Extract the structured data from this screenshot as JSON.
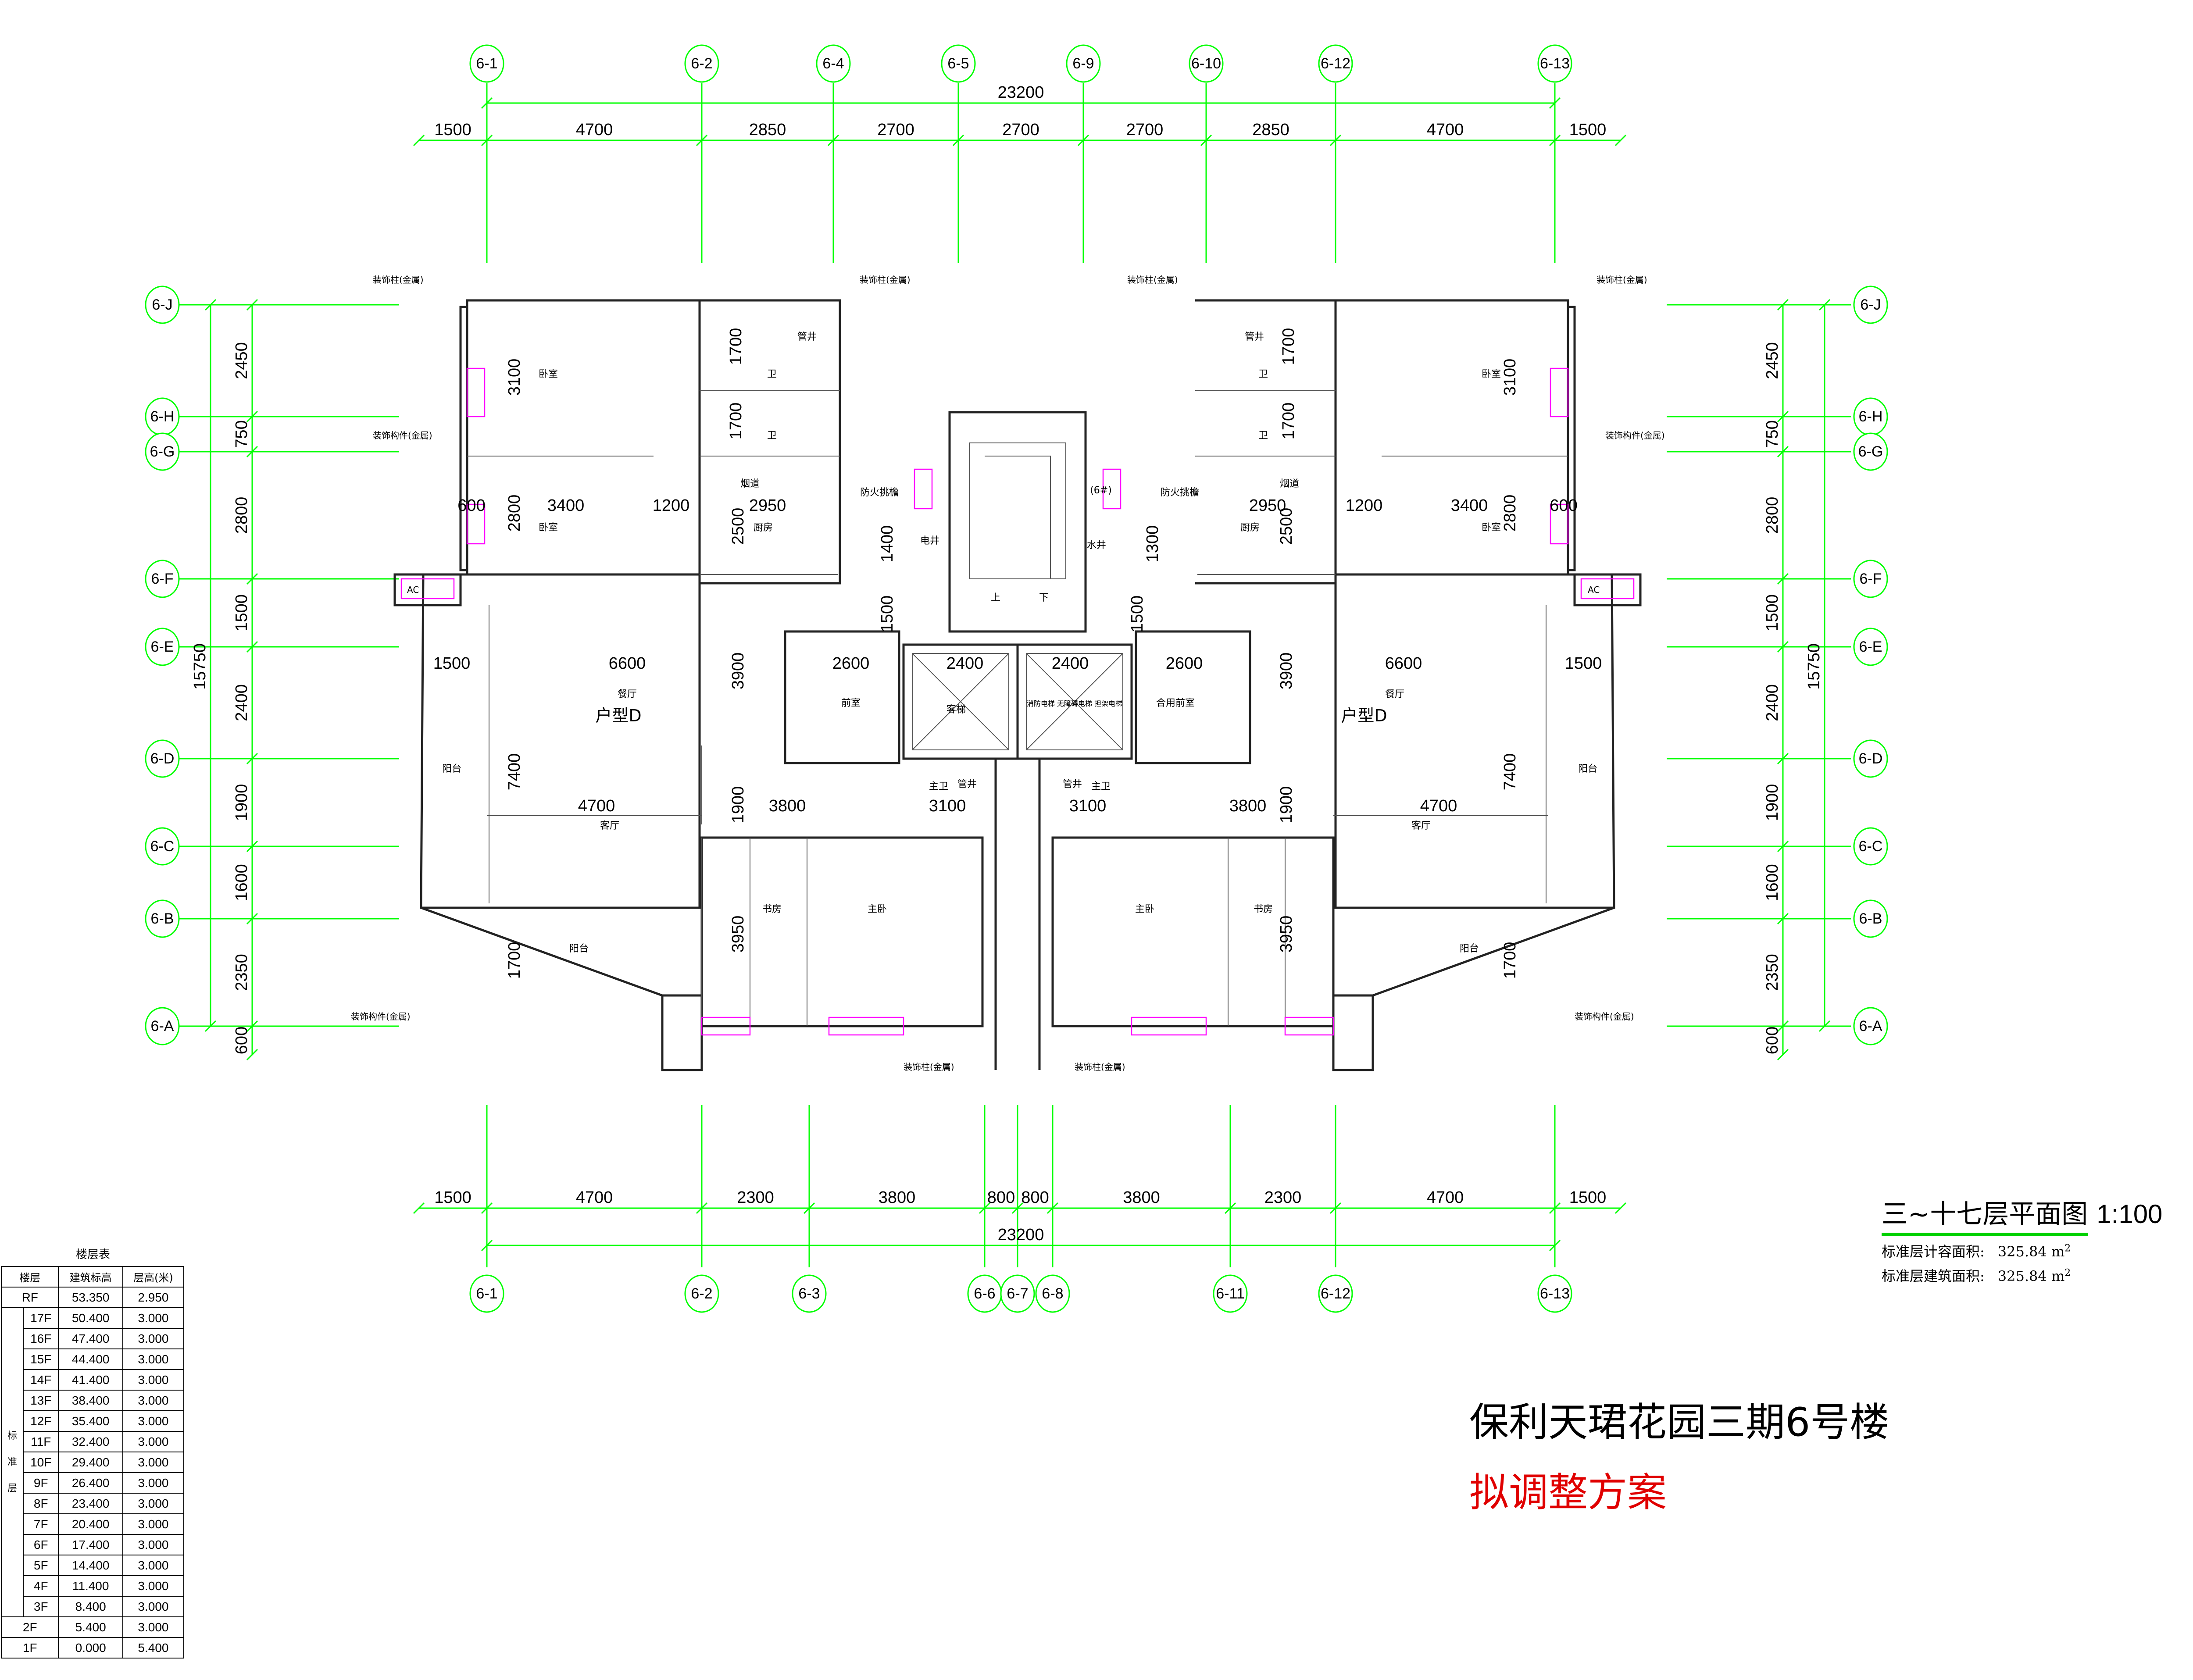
{
  "top_axes": [
    "6-1",
    "6-2",
    "6-4",
    "6-5",
    "6-9",
    "6-10",
    "6-12",
    "6-13"
  ],
  "bottom_axes": [
    "6-1",
    "6-2",
    "6-3",
    "6-6",
    "6-7",
    "6-8",
    "6-11",
    "6-12",
    "6-13"
  ],
  "left_axes": [
    "6-J",
    "6-H",
    "6-G",
    "6-F",
    "6-E",
    "6-D",
    "6-C",
    "6-B",
    "6-A"
  ],
  "top_total": "23200",
  "top_dims": [
    "1500",
    "4700",
    "2850",
    "2700",
    "2700",
    "2700",
    "2850",
    "4700",
    "1500"
  ],
  "bottom_total": "23200",
  "bottom_dims": [
    "1500",
    "4700",
    "2300",
    "3800",
    "800",
    "800",
    "3800",
    "2300",
    "4700",
    "1500"
  ],
  "side_total": "15750",
  "side_dims": [
    "2450",
    "750",
    "2800",
    "1500",
    "2400",
    "1900",
    "1600",
    "2350",
    "600"
  ],
  "room_labels": {
    "bedroom": "卧室",
    "toilet": "卫",
    "pipe_shaft": "管井",
    "flue": "烟道",
    "kitchen": "厨房",
    "dining": "餐厅",
    "living": "客厅",
    "balcony": "阳台",
    "study": "书房",
    "master_bedroom": "主卧",
    "master_toilet": "主卫",
    "elec_shaft": "电井",
    "water_shaft": "水井",
    "fire_stair": "防火挑檐",
    "unit_type": "户型D",
    "elevator_hall": "前室",
    "shared_hall": "合用前室",
    "elevator_a": "客梯",
    "elevator_b": "消防电梯 无障碍电梯 担架电梯",
    "up": "上",
    "down": "下",
    "deco_column": "装饰柱(金属)",
    "deco_component": "装饰构件(金属)",
    "building_no": "(6#)",
    "ac": "AC"
  },
  "interior_dims": [
    "3100",
    "1700",
    "1700",
    "2800",
    "2500",
    "1400",
    "1300",
    "1500",
    "600",
    "3400",
    "1200",
    "2950",
    "6600",
    "2600",
    "2400",
    "3900",
    "7400",
    "1500",
    "4700",
    "1900",
    "3800",
    "3100",
    "3950",
    "1700"
  ],
  "drawing_title": "三~十七层平面图",
  "scale": "1:100",
  "area_rows": [
    {
      "label": "标准层计容面积:",
      "value": "325.84",
      "unit": "m",
      "sup": "2"
    },
    {
      "label": "标准层建筑面积:",
      "value": "325.84",
      "unit": "m",
      "sup": "2"
    }
  ],
  "project_name": "保利天珺花园三期6号楼",
  "scheme_name": "拟调整方案",
  "floor_table": {
    "title": "楼层表",
    "headers": [
      "楼层",
      "建筑标高",
      "层高(米)"
    ],
    "group_label": "标准层",
    "rows": [
      {
        "floor": "RF",
        "elev": "53.350",
        "height": "2.950"
      },
      {
        "floor": "17F",
        "elev": "50.400",
        "height": "3.000"
      },
      {
        "floor": "16F",
        "elev": "47.400",
        "height": "3.000"
      },
      {
        "floor": "15F",
        "elev": "44.400",
        "height": "3.000"
      },
      {
        "floor": "14F",
        "elev": "41.400",
        "height": "3.000"
      },
      {
        "floor": "13F",
        "elev": "38.400",
        "height": "3.000"
      },
      {
        "floor": "12F",
        "elev": "35.400",
        "height": "3.000"
      },
      {
        "floor": "11F",
        "elev": "32.400",
        "height": "3.000"
      },
      {
        "floor": "10F",
        "elev": "29.400",
        "height": "3.000"
      },
      {
        "floor": "9F",
        "elev": "26.400",
        "height": "3.000"
      },
      {
        "floor": "8F",
        "elev": "23.400",
        "height": "3.000"
      },
      {
        "floor": "7F",
        "elev": "20.400",
        "height": "3.000"
      },
      {
        "floor": "6F",
        "elev": "17.400",
        "height": "3.000"
      },
      {
        "floor": "5F",
        "elev": "14.400",
        "height": "3.000"
      },
      {
        "floor": "4F",
        "elev": "11.400",
        "height": "3.000"
      },
      {
        "floor": "3F",
        "elev": "8.400",
        "height": "3.000"
      },
      {
        "floor": "2F",
        "elev": "5.400",
        "height": "3.000"
      },
      {
        "floor": "1F",
        "elev": "0.000",
        "height": "5.400"
      }
    ]
  }
}
